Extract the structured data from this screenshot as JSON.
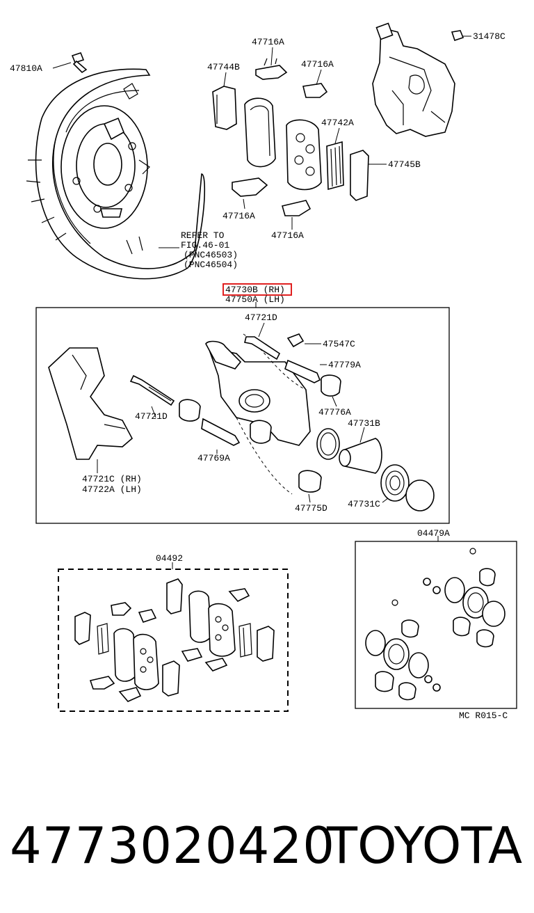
{
  "labels": {
    "p31478C": "31478C",
    "p47810A": "47810A",
    "p47716A_top": "47716A",
    "p47744B": "47744B",
    "p47716A_mid": "47716A",
    "p47742A": "47742A",
    "p47745B": "47745B",
    "p47716A_left": "47716A",
    "p47716A_right": "47716A",
    "refer_1": "REFER TO",
    "refer_2": "FIG.46-01",
    "refer_3": "(PNC46503)",
    "refer_4": "(PNC46504)",
    "p47730B": "47730B (RH)",
    "p47750A": "47750A (LH)",
    "p47721D_top": "47721D",
    "p47547C": "47547C",
    "p47779A": "47779A",
    "p47776A": "47776A",
    "p47731B": "47731B",
    "p47721D_left": "47721D",
    "p47769A": "47769A",
    "p47721C": "47721C (RH)",
    "p47722A": "47722A (LH)",
    "p47775D": "47775D",
    "p47731C": "47731C",
    "p04479A": "04479A",
    "p04492": "04492",
    "mc_code": "MC  R015-C"
  },
  "footer": {
    "part_number": "4773020420",
    "brand": "TOYOTA"
  },
  "highlight_color": "#e02020"
}
